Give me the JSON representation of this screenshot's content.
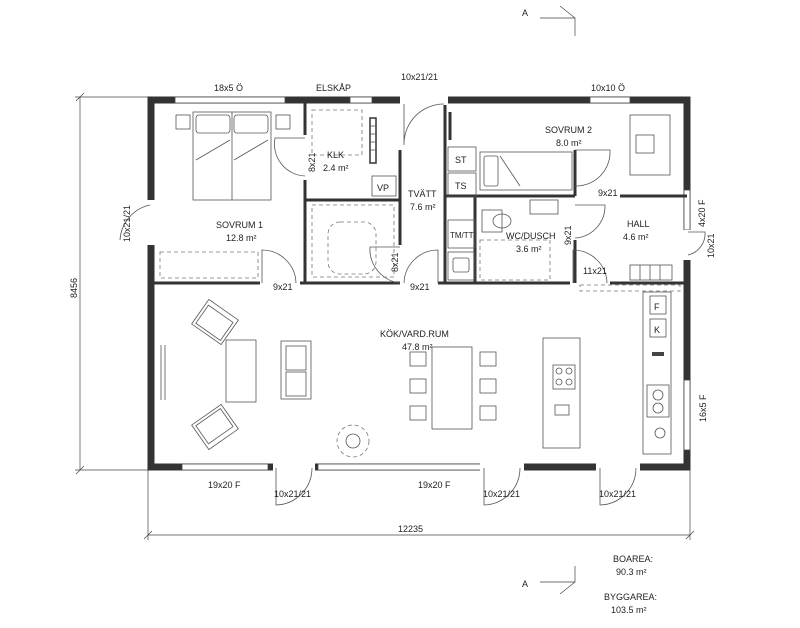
{
  "dimensions": {
    "width_total": "12235",
    "height_total": "8456"
  },
  "section_marker": "A",
  "rooms": {
    "sovrum1": {
      "name": "SOVRUM 1",
      "area": "12.8 m²"
    },
    "klk": {
      "name": "KLK",
      "area": "2.4 m²"
    },
    "tvatt": {
      "name": "TVÄTT",
      "area": "7.6 m²"
    },
    "sovrum2": {
      "name": "SOVRUM 2",
      "area": "8.0 m²"
    },
    "wc": {
      "name": "WC/DUSCH",
      "area": "3.6 m²"
    },
    "hall": {
      "name": "HALL",
      "area": "4.6 m²"
    },
    "kok": {
      "name": "KÖK/VARD.RUM",
      "area": "47.8 m²"
    }
  },
  "fixtures": {
    "st": "ST",
    "ts": "TS",
    "vp": "VP",
    "tmtt": "TM/TT",
    "f": "F",
    "k": "K"
  },
  "openings": {
    "w_top1": "18x5 Ö",
    "elskap": "ELSKÅP",
    "d_top": "10x21/21",
    "w_top2": "10x10 Ö",
    "d_left": "10x21/21",
    "d_klk": "8x21",
    "d_sov1": "9x21",
    "d_tvatt_side": "8x21",
    "d_kitchen": "9x21",
    "d_sov2": "9x21",
    "d_wc": "9x21",
    "d_hall": "11x21",
    "w_hall": "4x20 F",
    "d_entry": "10x21",
    "w_right": "16x5 F",
    "w_bot1": "19x20 F",
    "d_bot1": "10x21/21",
    "w_bot2": "19x20 F",
    "d_bot2": "10x21/21",
    "d_bot3": "10x21/21"
  },
  "areas": {
    "boarea_label": "BOAREA:",
    "boarea_value": "90.3 m²",
    "byggarea_label": "BYGGAREA:",
    "byggarea_value": "103.5 m²"
  }
}
